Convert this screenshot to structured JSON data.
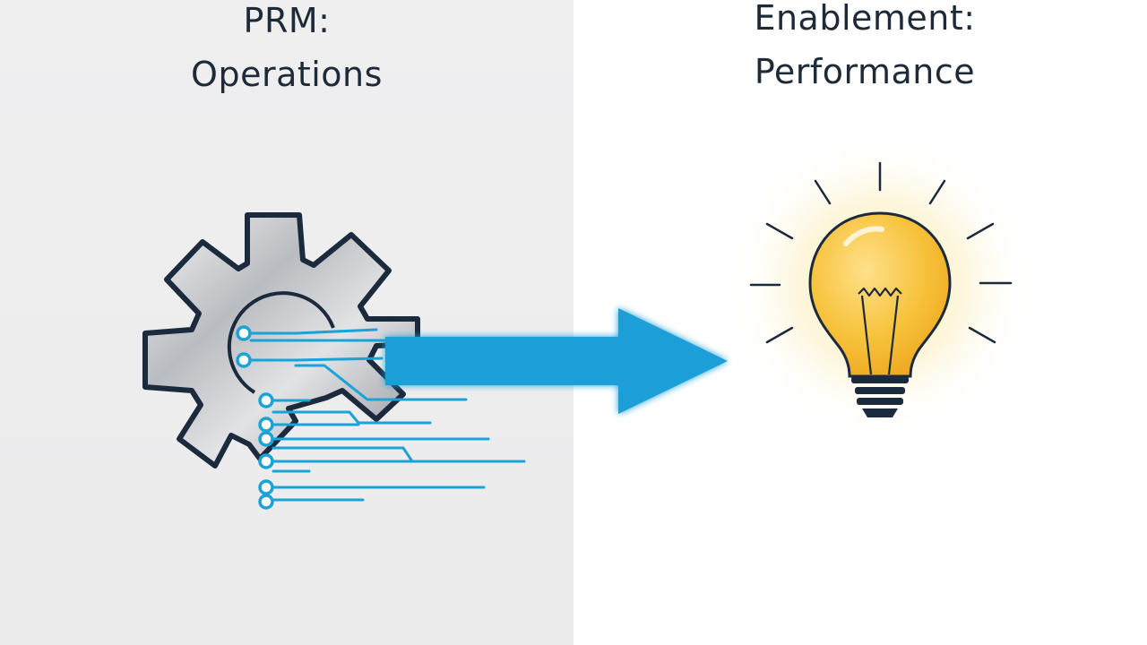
{
  "left_panel": {
    "title_line1": "PRM:",
    "title_line2": "Operations"
  },
  "right_panel": {
    "title_line1": "Enablement:",
    "title_line2": "Performance"
  },
  "icons": {
    "left": "gear-circuit-icon",
    "center": "arrow-right-icon",
    "right": "lightbulb-icon"
  },
  "colors": {
    "left_background": "#eeeeef",
    "right_background": "#ffffff",
    "title_text": "#1e2a38",
    "gear_outline": "#1c2a3d",
    "circuit": "#1aa3d6",
    "arrow": "#1a9fd8",
    "bulb_fill": "#f5b82e",
    "bulb_glow": "#fde9a8"
  }
}
